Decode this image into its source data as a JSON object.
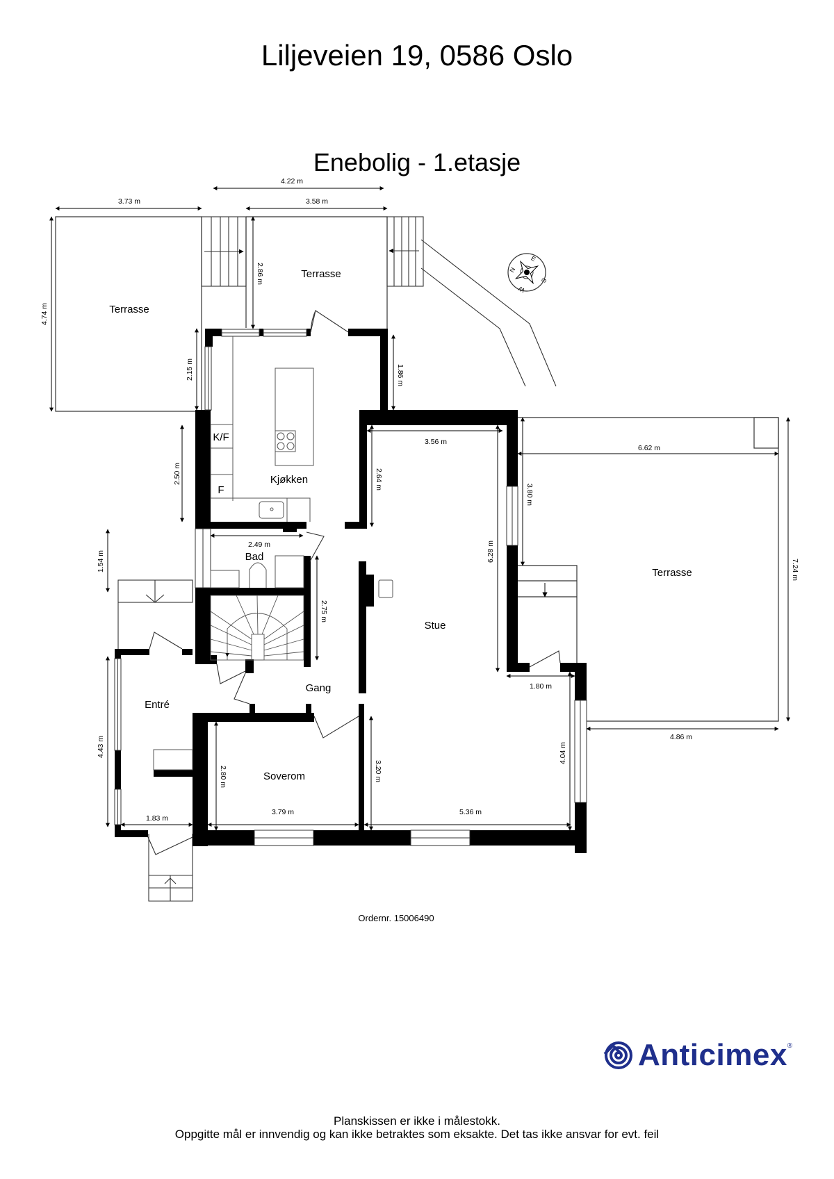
{
  "header": {
    "address": "Liljeveien 19, 0586 Oslo",
    "floor_title": "Enebolig  - 1.etasje"
  },
  "rooms": {
    "terrace_left": "Terrasse",
    "terrace_top": "Terrasse",
    "terrace_right": "Terrasse",
    "kitchen": "Kjøkken",
    "bathroom": "Bad",
    "living": "Stue",
    "hall": "Gang",
    "entrance": "Entré",
    "bedroom": "Soverom",
    "fridge_freezer": "K/F",
    "freezer": "F"
  },
  "dimensions": {
    "d_422": "4.22 m",
    "d_373": "3.73 m",
    "d_358": "3.58 m",
    "d_474": "4.74 m",
    "d_286": "2.86 m",
    "d_215": "2.15 m",
    "d_186": "1.86 m",
    "d_250": "2.50 m",
    "d_356": "3.56 m",
    "d_264": "2.64 m",
    "d_662": "6.62 m",
    "d_380": "3.80 m",
    "d_628": "6.28 m",
    "d_724": "7.24 m",
    "d_249": "2.49 m",
    "d_154": "1.54 m",
    "d_275": "2.75 m",
    "d_180": "1.80 m",
    "d_486": "4.86 m",
    "d_443": "4.43 m",
    "d_280": "2.80 m",
    "d_320": "3.20 m",
    "d_404": "4.04 m",
    "d_183": "1.83 m",
    "d_379": "3.79 m",
    "d_536": "5.36 m"
  },
  "compass": {
    "n": "N",
    "e": "E",
    "s": "S",
    "w": "W"
  },
  "footer": {
    "order_number": "Ordernr. 15006490",
    "brand": "Anticimex",
    "brand_mark": "®",
    "disclaimer_line1": "Planskissen er ikke i målestokk.",
    "disclaimer_line2": "Oppgitte mål er innvendig og kan ikke betraktes som eksakte. Det tas ikke ansvar for evt. feil"
  },
  "colors": {
    "wall": "#000000",
    "line": "#333333",
    "brand": "#1f2f8c"
  }
}
